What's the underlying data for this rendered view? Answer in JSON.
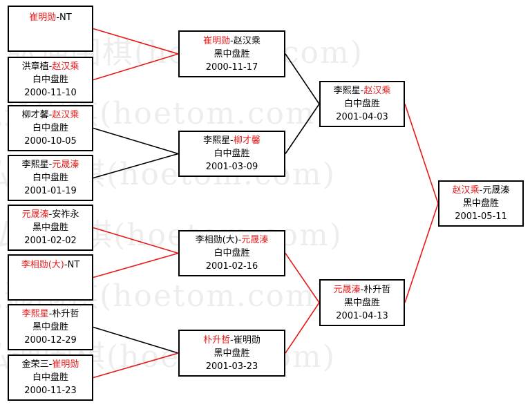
{
  "colors": {
    "winner": "#e61919",
    "loser": "#000000",
    "winner_line": "#e61919",
    "loser_line": "#000000"
  },
  "watermark": "弘通围棋(hoetom.com)",
  "matches": {
    "r1_1": {
      "winner": "崔明勋",
      "p1": "崔明勋",
      "sep": "-",
      "p2": "NT",
      "result": "",
      "date": ""
    },
    "r1_2": {
      "winner": "赵汉乘",
      "p1": "洪章植",
      "sep": "-",
      "p2": "赵汉乘",
      "result": "白中盘胜",
      "date": "2000-11-10"
    },
    "r1_3": {
      "winner": "赵汉乘",
      "p1": "柳才馨",
      "sep": "-",
      "p2": "赵汉乘",
      "result": "白中盘胜",
      "date": "2000-10-05"
    },
    "r1_4": {
      "winner": "元晟溱",
      "p1": "李熙星",
      "sep": "-",
      "p2": "元晟溱",
      "result": "白中盘胜",
      "date": "2001-01-19"
    },
    "r1_5": {
      "winner": "元晟溱",
      "p1": "元晟溱",
      "sep": "-",
      "p2": "安祚永",
      "result": "黑中盘胜",
      "date": "2001-02-02"
    },
    "r1_6": {
      "winner": "李相勋(大)",
      "p1": "李相勋(大)",
      "sep": "-",
      "p2": "NT",
      "result": "",
      "date": ""
    },
    "r1_7": {
      "winner": "李熙星",
      "p1": "李熙星",
      "sep": "-",
      "p2": "朴升哲",
      "result": "黑中盘胜",
      "date": "2000-12-29"
    },
    "r1_8": {
      "winner": "崔明勋",
      "p1": "金荣三",
      "sep": "-",
      "p2": "崔明勋",
      "result": "白中盘胜",
      "date": "2000-11-23"
    },
    "r2_1": {
      "winner": "崔明勋",
      "p1": "崔明勋",
      "sep": "-",
      "p2": "赵汉乘",
      "result": "黑中盘胜",
      "date": "2000-11-17"
    },
    "r2_2": {
      "winner": "柳才馨",
      "p1": "李熙星",
      "sep": "-",
      "p2": "柳才馨",
      "result": "白中盘胜",
      "date": "2001-03-09"
    },
    "r2_3": {
      "winner": "元晟溱",
      "p1": "李相勋(大)",
      "sep": "-",
      "p2": "元晟溱",
      "result": "白中盘胜",
      "date": "2001-02-16"
    },
    "r2_4": {
      "winner": "朴升哲",
      "p1": "朴升哲",
      "sep": "-",
      "p2": "崔明勋",
      "result": "黑中盘胜",
      "date": "2001-03-23"
    },
    "r3_1": {
      "winner": "赵汉乘",
      "p1": "李熙星",
      "sep": "-",
      "p2": "赵汉乘",
      "result": "白中盘胜",
      "date": "2001-04-03"
    },
    "r3_2": {
      "winner": "元晟溱",
      "p1": "元晟溱",
      "sep": "-",
      "p2": "朴升哲",
      "result": "黑中盘胜",
      "date": "2001-04-13"
    },
    "final": {
      "winner": "赵汉乘",
      "p1": "赵汉乘",
      "sep": "-",
      "p2": "元晟溱",
      "result": "黑中盘胜",
      "date": "2001-05-11"
    }
  },
  "links": [
    {
      "from": "r1_1",
      "to": "r2_1",
      "winner": true
    },
    {
      "from": "r1_2",
      "to": "r2_1",
      "winner": true
    },
    {
      "from": "r1_3",
      "to": "r2_2",
      "winner": false
    },
    {
      "from": "r1_4",
      "to": "r2_2",
      "winner": false
    },
    {
      "from": "r1_5",
      "to": "r2_3",
      "winner": true
    },
    {
      "from": "r1_6",
      "to": "r2_3",
      "winner": true
    },
    {
      "from": "r1_7",
      "to": "r2_4",
      "winner": false
    },
    {
      "from": "r1_8",
      "to": "r2_4",
      "winner": true
    },
    {
      "from": "r2_1",
      "to": "r3_1",
      "winner": false
    },
    {
      "from": "r2_2",
      "to": "r3_1",
      "winner": false
    },
    {
      "from": "r2_3",
      "to": "r3_2",
      "winner": true
    },
    {
      "from": "r2_4",
      "to": "r3_2",
      "winner": true
    },
    {
      "from": "r3_1",
      "to": "final",
      "winner": true
    },
    {
      "from": "r3_2",
      "to": "final",
      "winner": true
    }
  ]
}
